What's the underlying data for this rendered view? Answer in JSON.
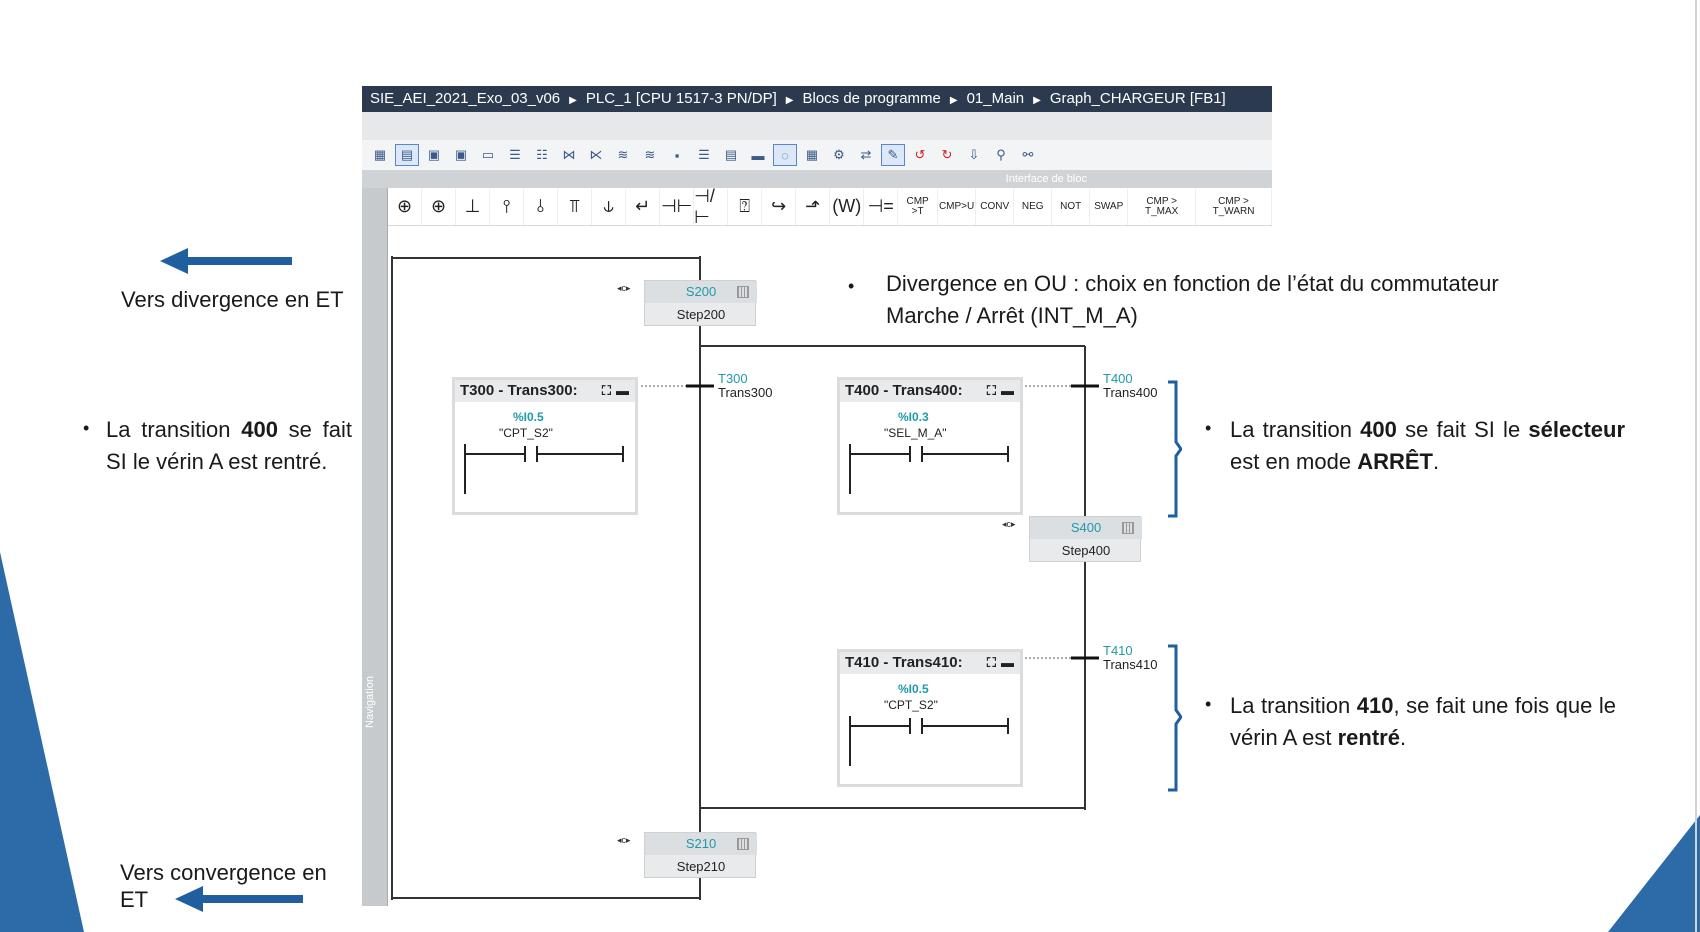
{
  "window": {
    "breadcrumb": [
      "SIE_AEI_2021_Exo_03_v06",
      "PLC_1 [CPU 1517-3 PN/DP]",
      "Blocs de programme",
      "01_Main",
      "Graph_CHARGEUR [FB1]"
    ],
    "interface_label": "Interface de bloc",
    "navigation_label": "Navigation"
  },
  "toolbar2": {
    "text_buttons": [
      "CMP >T",
      "CMP>U",
      "CONV",
      "NEG",
      "NOT",
      "SWAP",
      "CMP > T_MAX",
      "CMP > T_WARN"
    ]
  },
  "graph": {
    "steps": [
      {
        "num": "S200",
        "name": "Step200"
      },
      {
        "num": "S400",
        "name": "Step400"
      },
      {
        "num": "S210",
        "name": "Step210"
      }
    ],
    "transitions": [
      {
        "title": "T300 - Trans300:",
        "addr": "%I0.5",
        "tag": "\"CPT_S2\"",
        "label_num": "T300",
        "label_name": "Trans300"
      },
      {
        "title": "T400 - Trans400:",
        "addr": "%I0.3",
        "tag": "\"SEL_M_A\"",
        "label_num": "T400",
        "label_name": "Trans400"
      },
      {
        "title": "T410 - Trans410:",
        "addr": "%I0.5",
        "tag": "\"CPT_S2\"",
        "label_num": "T410",
        "label_name": "Trans410"
      }
    ]
  },
  "notes": {
    "divergence_et": "Vers divergence en ET",
    "convergence_et": "Vers convergence en ET",
    "divergence_ou": "Divergence en OU : choix en fonction de l’état du commutateur Marche / Arrêt (INT_M_A)",
    "left_note": {
      "a": "La transition ",
      "b": "400",
      "c": " se fait SI le vérin A est rentré."
    },
    "right_note_1": {
      "a": "La transition ",
      "b": "400",
      "c": " se fait SI le ",
      "d": "sélecteur",
      "e": " est en  mode ",
      "f": "ARRÊT",
      "g": "."
    },
    "right_note_2": {
      "a": "La transition ",
      "b": "410",
      "c": ", se fait une fois que le vérin A est ",
      "d": "rentré",
      "e": "."
    }
  },
  "colors": {
    "accent_blue": "#1f5fa0",
    "teal": "#1f9aa8",
    "titlebar": "#2b3a4f"
  }
}
